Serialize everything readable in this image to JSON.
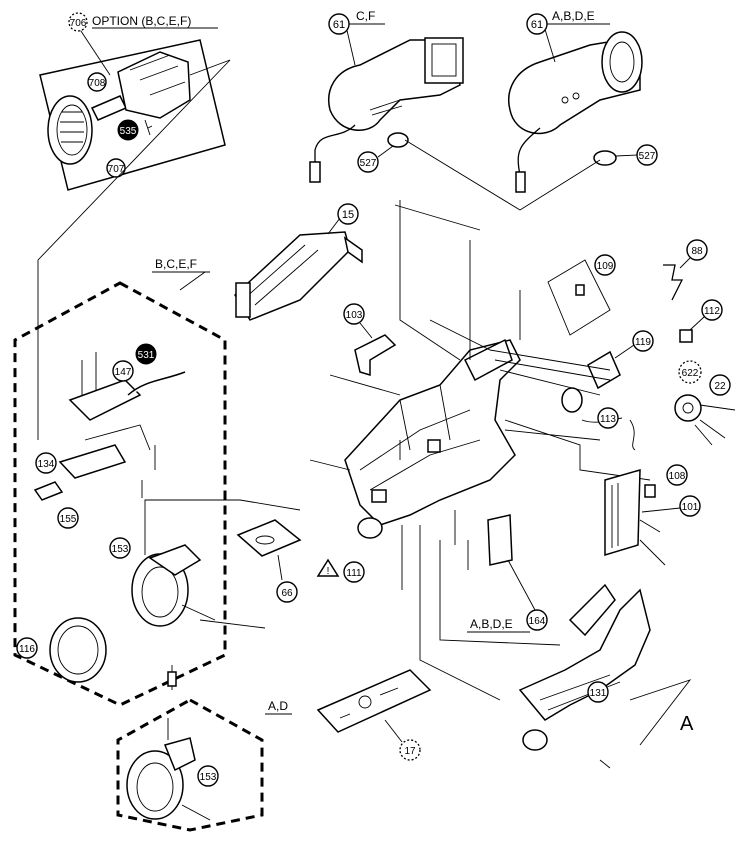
{
  "groups": {
    "option": "OPTION (B,C,E,F)",
    "cf": "C,F",
    "abde_top": "A,B,D,E",
    "bcef": "B,C,E,F",
    "ad": "A,D",
    "abde_bottom": "A,B,D,E"
  },
  "corner_label": "A",
  "callouts": {
    "c706": "706",
    "c708": "708",
    "c535": "535",
    "c707": "707",
    "c61a": "61",
    "c61b": "61",
    "c527a": "527",
    "c527b": "527",
    "c15": "15",
    "c109": "109",
    "c88": "88",
    "c112": "112",
    "c103": "103",
    "c119": "119",
    "c622": "622",
    "c22": "22",
    "c113": "113",
    "c108": "108",
    "c101": "101",
    "c147": "147",
    "c531": "531",
    "c134": "134",
    "c155": "155",
    "c153a": "153",
    "c66": "66",
    "c116": "116",
    "c111": "111",
    "c164": "164",
    "c131": "131",
    "c17": "17",
    "c153b": "153"
  }
}
